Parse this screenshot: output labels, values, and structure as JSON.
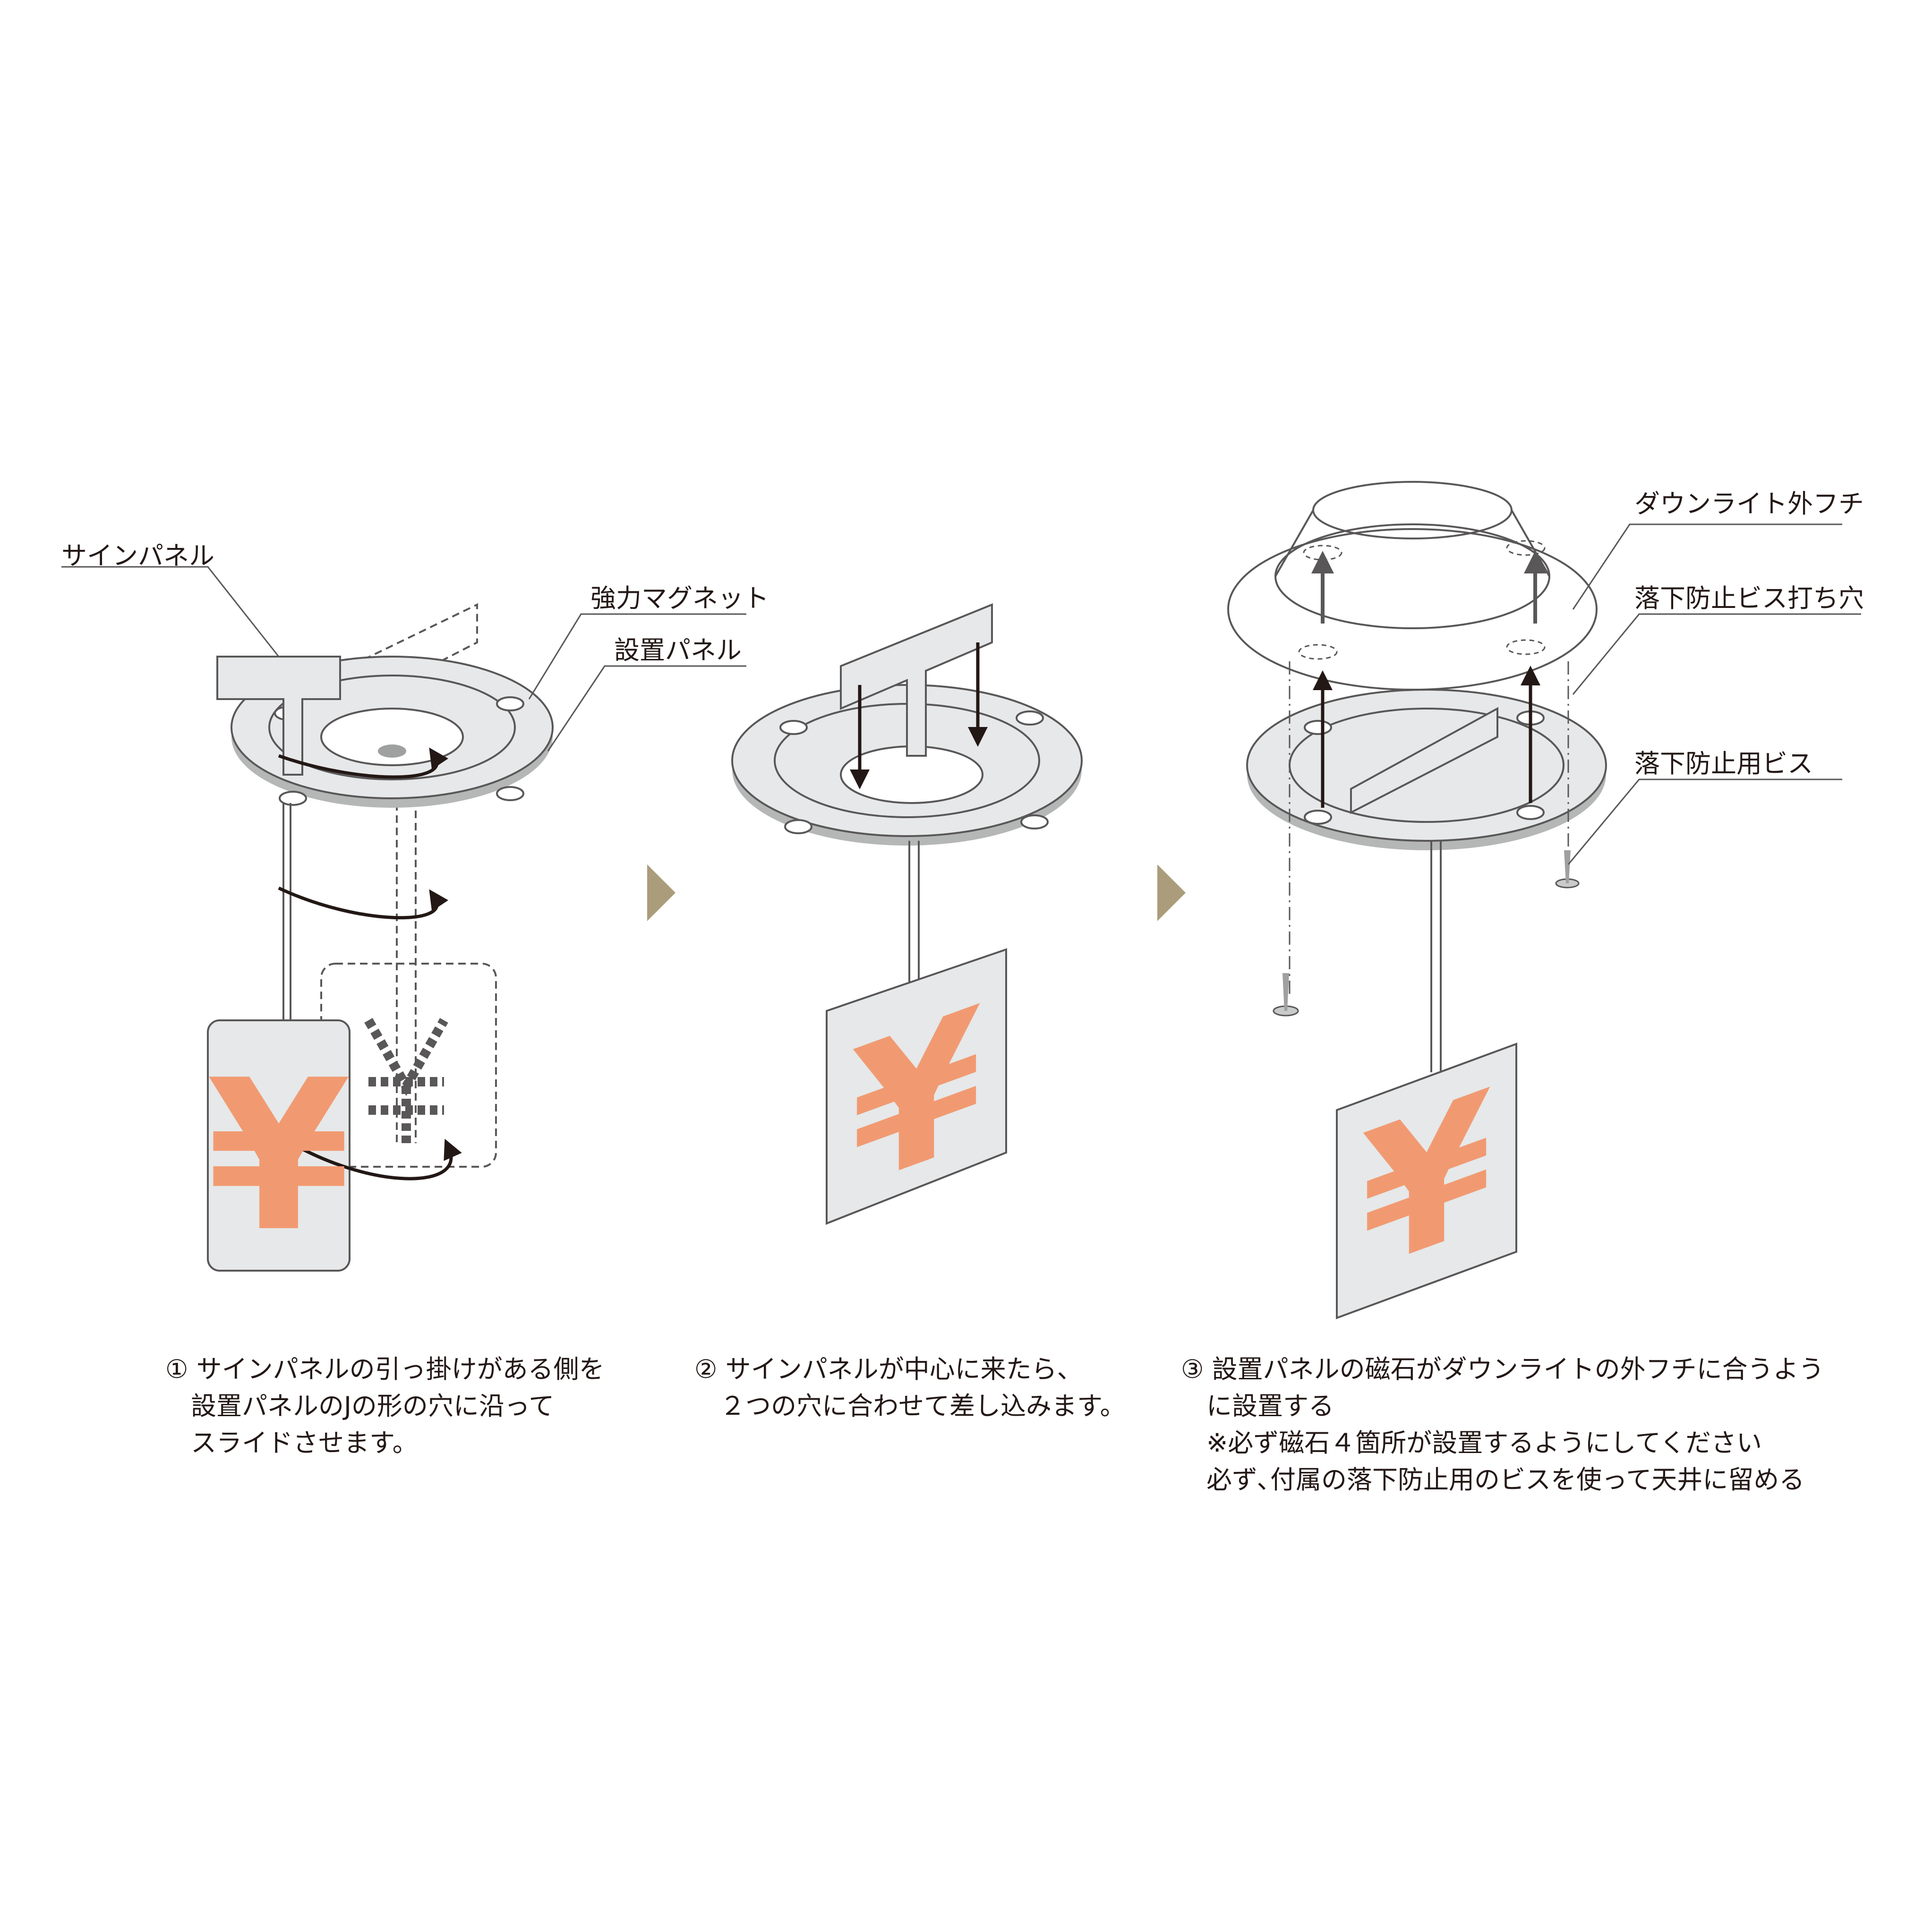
{
  "labels": {
    "sign_panel": "サインパネル",
    "strong_magnet": "強力マグネット",
    "mount_panel": "設置パネル",
    "downlight_rim": "ダウンライト外フチ",
    "screw_hole": "落下防止ビス打ち穴",
    "screw": "落下防止用ビス"
  },
  "steps": [
    {
      "lines": [
        "① サインパネルの引っ掛けがある側を",
        "　設置パネルのJの形の穴に沿って",
        "　スライドさせます。"
      ]
    },
    {
      "lines": [
        "② サインパネルが中心に来たら、",
        "　２つの穴に合わせて差し込みます。"
      ]
    },
    {
      "lines": [
        "③ 設置パネルの磁石がダウンライトの外フチに合うよう",
        "　に設置する",
        "　※必ず磁石４箇所が設置するようにしてください",
        "　必ず､付属の落下防止用のビスを使って天井に留める"
      ]
    }
  ],
  "sign_symbol": "¥",
  "colors": {
    "panel": "#e6e8e9",
    "stroke": "#595757",
    "yen": "#f19a72",
    "arrow": "#ab9d7b"
  },
  "icons": [
    "step-arrow-icon",
    "screw-icon",
    "yen-sign-icon"
  ]
}
